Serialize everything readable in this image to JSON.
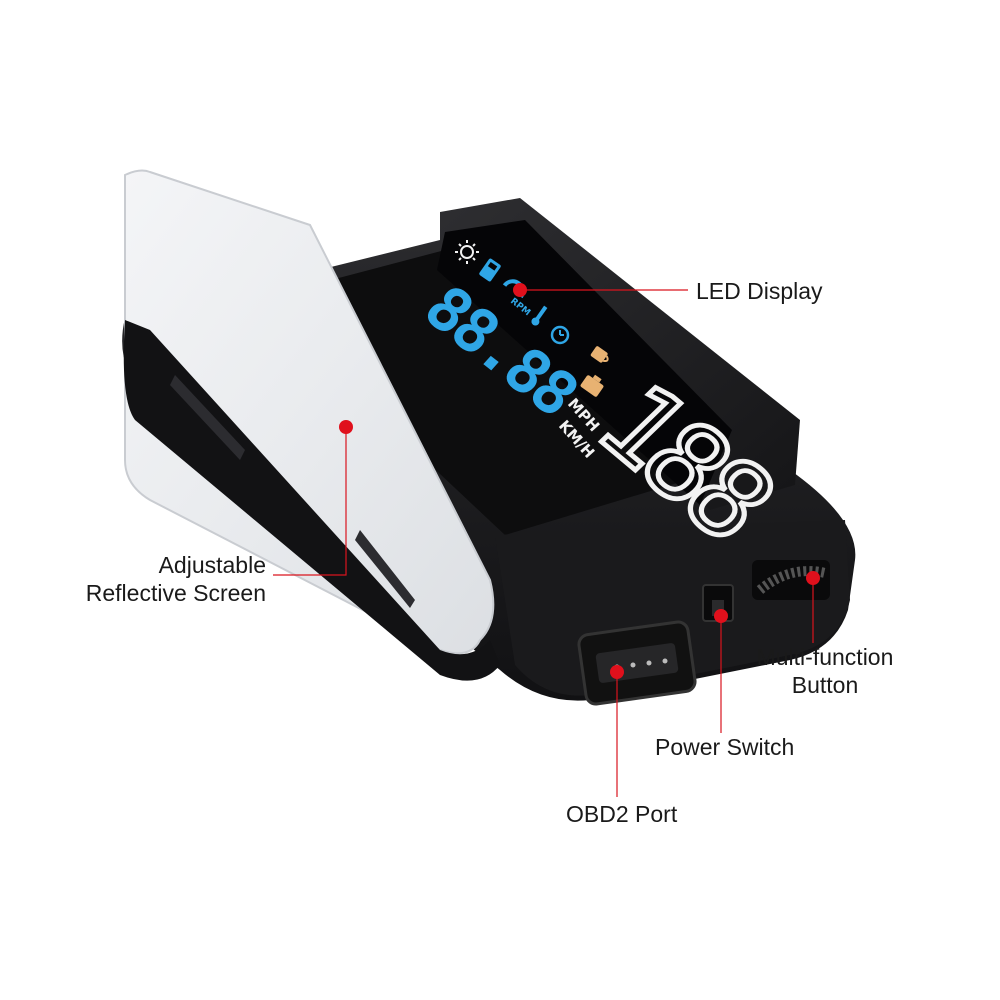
{
  "callouts": {
    "led_display": "LED Display",
    "screen_line1": "Adjustable",
    "screen_line2": "Reflective Screen",
    "button_line1": "Multi-function",
    "button_line2": "Button",
    "power_switch": "Power Switch",
    "obd2_port": "OBD2 Port"
  },
  "display": {
    "left_readout": "88.88",
    "right_readout": "188",
    "rpm": "RPM",
    "mph": "MPH",
    "kmh": "KM/H"
  },
  "colors": {
    "callout_line": "#d9141e",
    "callout_dot": "#e0101c",
    "device_body": "#1c1c1e",
    "lcd_blue": "#2fa6e6",
    "lcd_white": "#f2f2f2",
    "lcd_amber": "#e8b272"
  },
  "icons": {
    "brightness": "sun-icon",
    "fuel": "fuel-icon",
    "tachometer": "gauge-icon",
    "coolant": "thermometer-icon",
    "clock": "clock-icon",
    "coffee": "coffee-cup-icon",
    "engine": "engine-icon"
  }
}
